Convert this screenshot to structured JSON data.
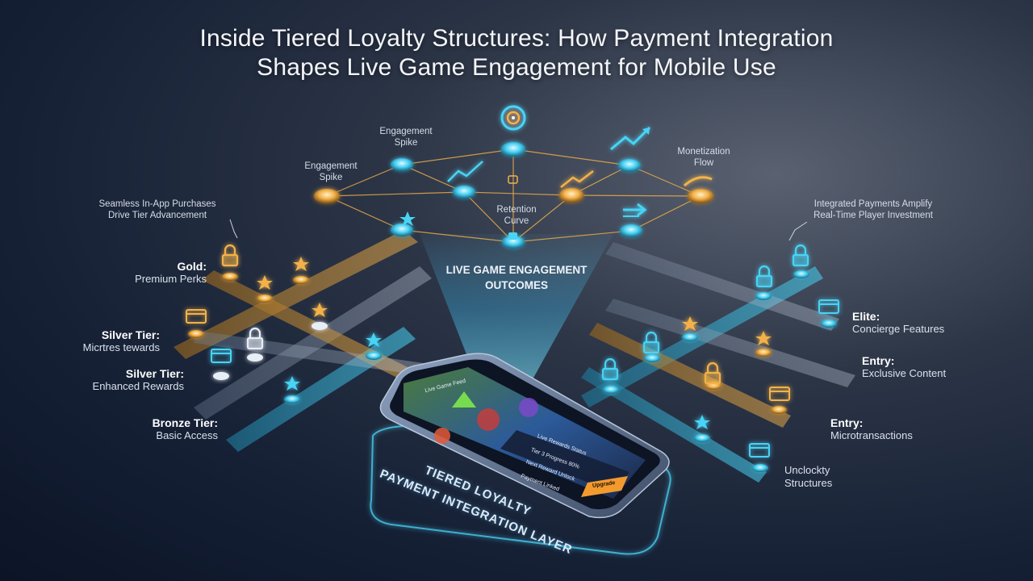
{
  "title": {
    "line1": "Inside Tiered Loyalty Structures: How Payment Integration",
    "line2": "Shapes Live Game Engagement for Mobile Use"
  },
  "network": {
    "engagement_spike_1": {
      "line1": "Engagement",
      "line2": "Spike"
    },
    "engagement_spike_2": {
      "line1": "Engagement",
      "line2": "Spike"
    },
    "monetization_flow": {
      "line1": "Monetization",
      "line2": "Flow"
    },
    "retention_curve": {
      "line1": "Retention",
      "line2": "Curve"
    }
  },
  "center_output": {
    "line1": "LIVE GAME ENGAGEMENT",
    "line2": "OUTCOMES"
  },
  "left_callout": {
    "line1": "Seamless In-App Purchases",
    "line2": "Drive Tier Advancement"
  },
  "right_callout": {
    "line1": "Integrated Payments Amplify",
    "line2": "Real-Time Player Investment"
  },
  "left_tiers": [
    {
      "name": "Gold:",
      "desc": "Premium Perks"
    },
    {
      "name": "Silver Tier:",
      "desc": "Micrtres tewards"
    },
    {
      "name": "Silver Tier:",
      "desc": "Enhanced Rewards"
    },
    {
      "name": "Bronze Tier:",
      "desc": "Basic Access"
    }
  ],
  "right_tiers": [
    {
      "name": "Elite:",
      "desc": "Concierge Features"
    },
    {
      "name": "Entry:",
      "desc": "Exclusive Content"
    },
    {
      "name": "Entry:",
      "desc": "Microtransactions"
    },
    {
      "name": "Unclockty",
      "desc": "Structures"
    }
  ],
  "phone": {
    "header": "Live Game Feed",
    "list_title": "Live Rewards Status",
    "rows": [
      "Tier 3 Progress 80%",
      "Next Reward Unlock",
      "Payment Linked"
    ],
    "button": "Upgrade"
  },
  "base_label": {
    "line1": "TIERED LOYALTY",
    "line2": "PAYMENT INTEGRATION LAYER"
  },
  "colors": {
    "cyan": "#49d3f5",
    "gold": "#f3b24a",
    "background": "#152035"
  },
  "icons": [
    "target-icon",
    "trend-up-icon",
    "arrow-right-icon",
    "lock-icon",
    "star-icon",
    "card-icon",
    "smartphone-icon"
  ]
}
